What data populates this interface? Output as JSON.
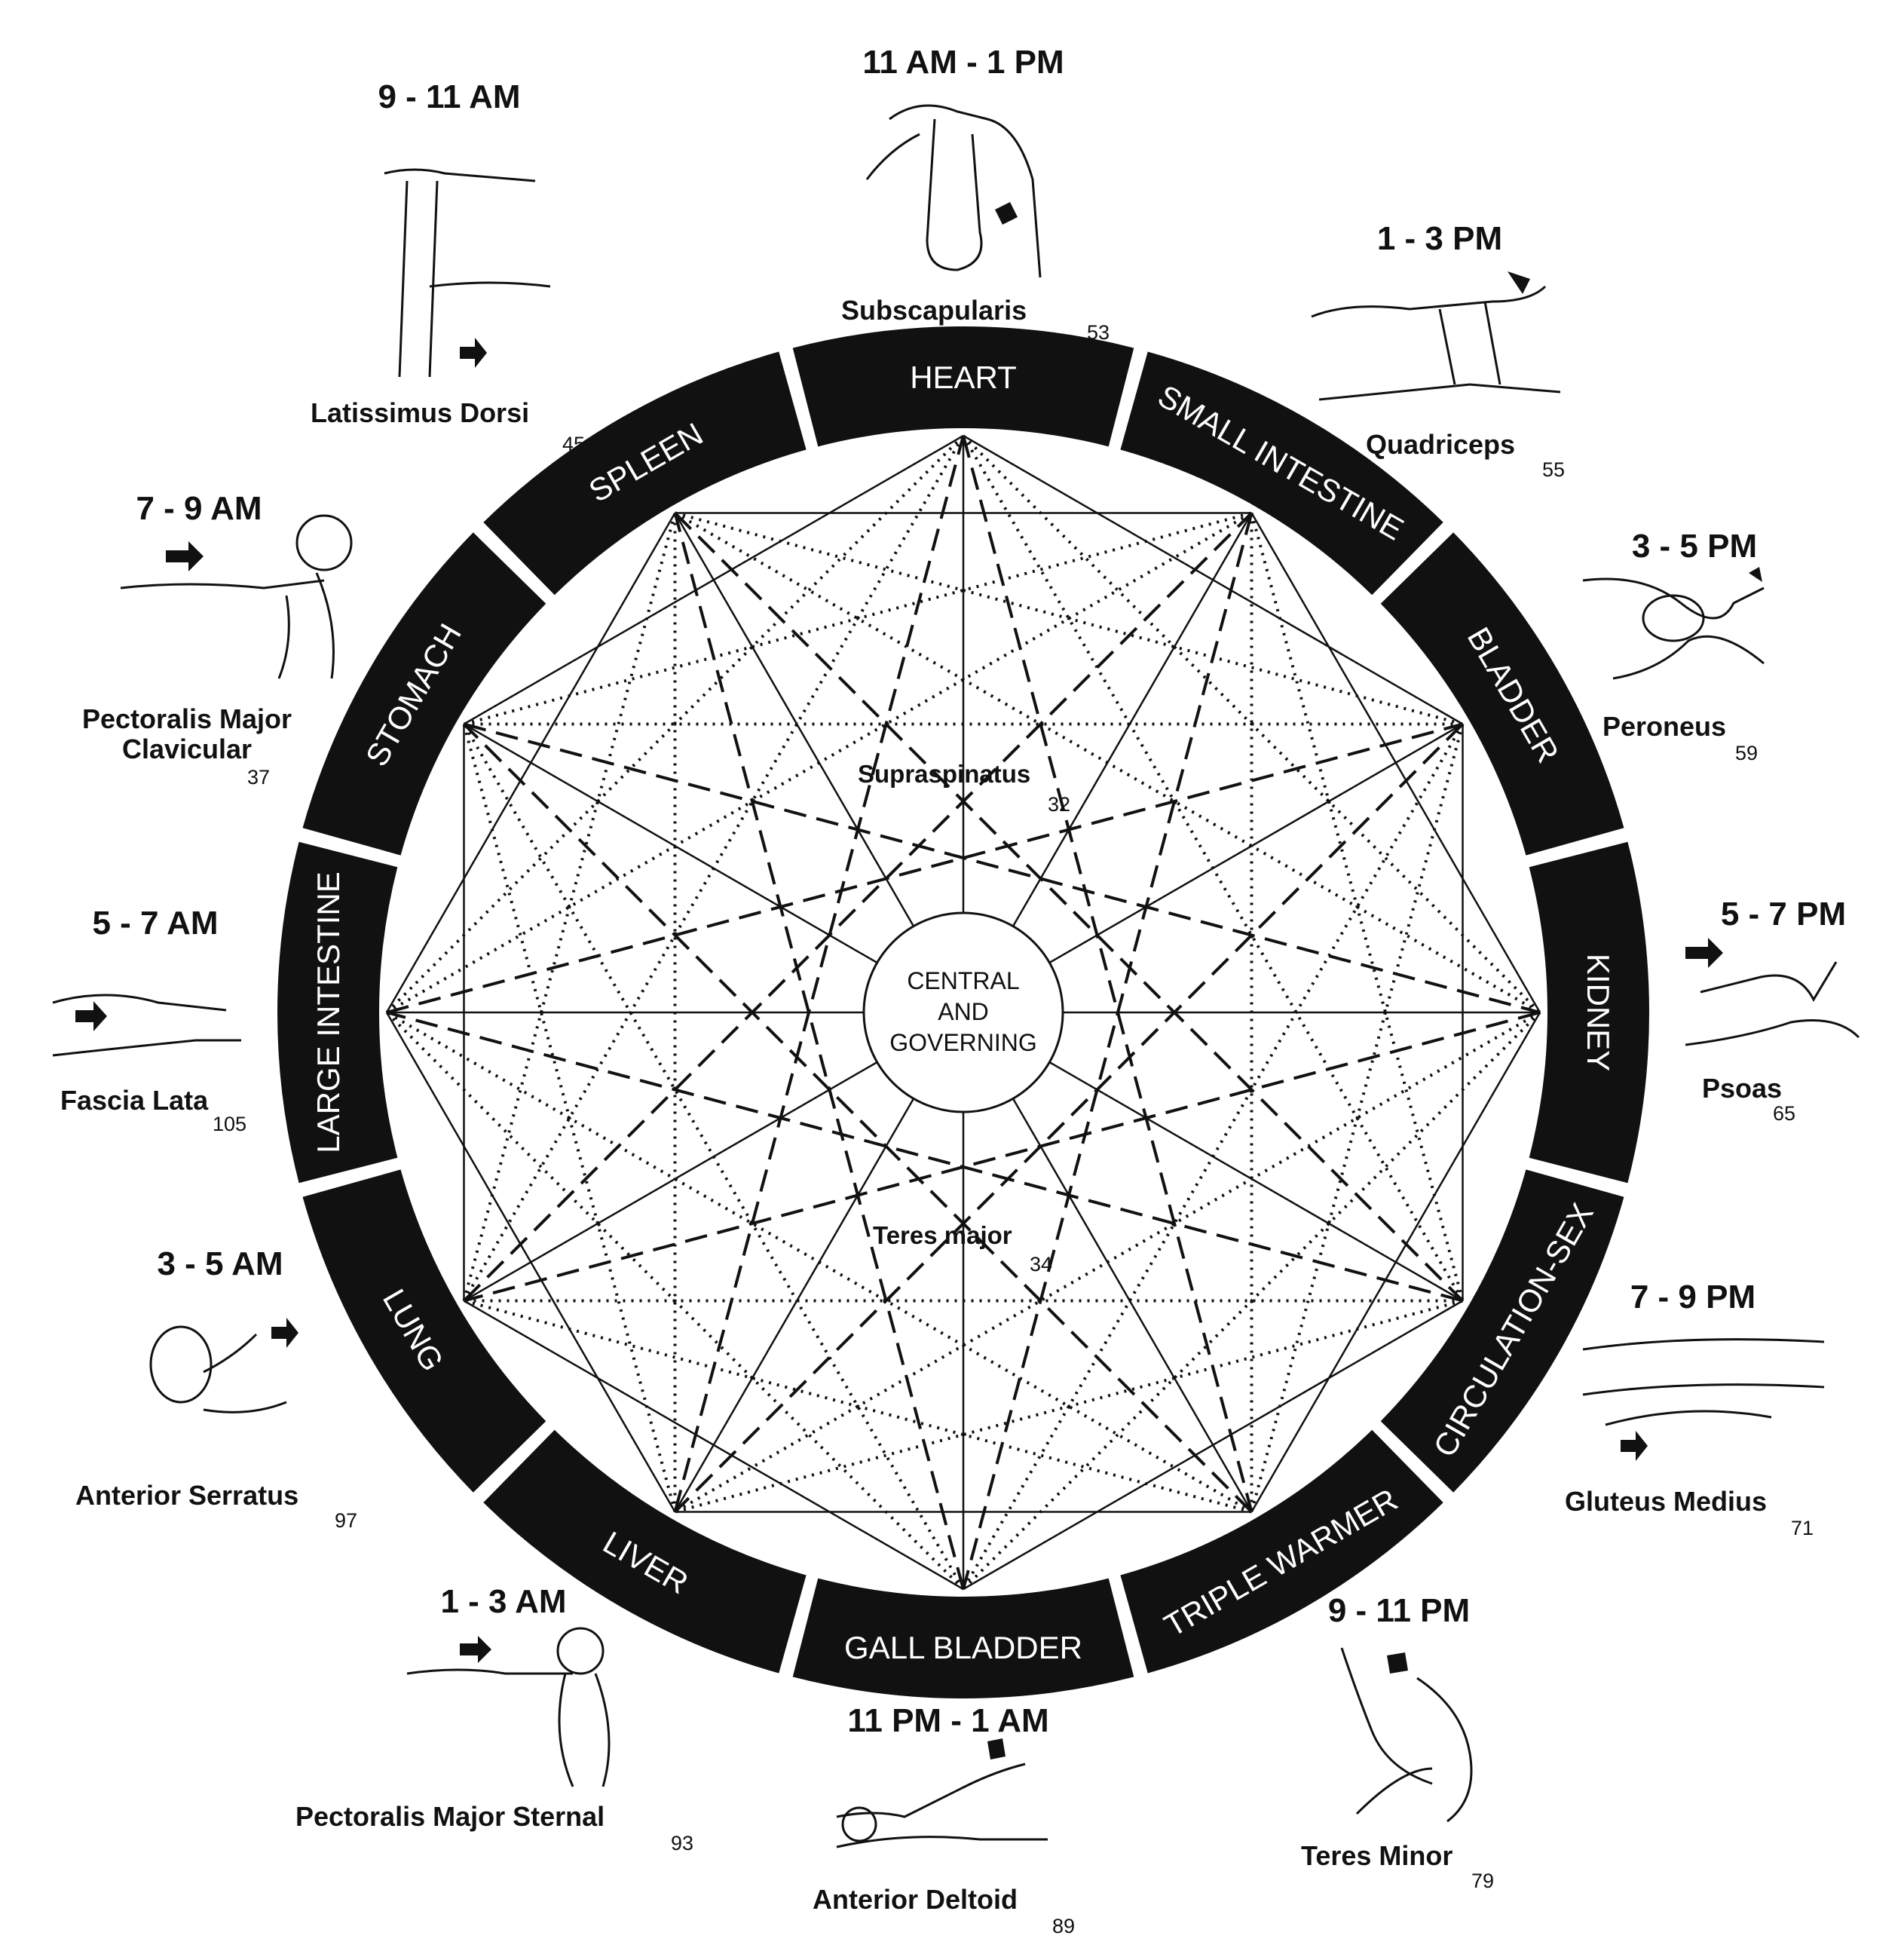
{
  "center": {
    "line1": "CENTRAL",
    "line2": "AND",
    "line3": "GOVERNING"
  },
  "inner_muscles": [
    {
      "name": "Supraspinatus",
      "page": "32"
    },
    {
      "name": "Teres major",
      "page": "34"
    }
  ],
  "meridians": [
    {
      "organ": "HEART",
      "time": "11 AM - 1 PM",
      "muscle": "Subscapularis",
      "page": "53"
    },
    {
      "organ": "SMALL INTESTINE",
      "time": "1 - 3 PM",
      "muscle": "Quadriceps",
      "page": "55"
    },
    {
      "organ": "BLADDER",
      "time": "3 - 5 PM",
      "muscle": "Peroneus",
      "page": "59"
    },
    {
      "organ": "KIDNEY",
      "time": "5 - 7 PM",
      "muscle": "Psoas",
      "page": "65"
    },
    {
      "organ": "CIRCULATION-SEX",
      "time": "7 - 9 PM",
      "muscle": "Gluteus Medius",
      "page": "71"
    },
    {
      "organ": "TRIPLE WARMER",
      "time": "9 - 11 PM",
      "muscle": "Teres Minor",
      "page": "79"
    },
    {
      "organ": "GALL BLADDER",
      "time": "11 PM - 1 AM",
      "muscle": "Anterior Deltoid",
      "page": "89"
    },
    {
      "organ": "LIVER",
      "time": "1 - 3 AM",
      "muscle": "Pectoralis Major Sternal",
      "page": "93"
    },
    {
      "organ": "LUNG",
      "time": "3 - 5 AM",
      "muscle": "Anterior Serratus",
      "page": "97"
    },
    {
      "organ": "LARGE INTESTINE",
      "time": "5 - 7 AM",
      "muscle": "Fascia Lata",
      "page": "105"
    },
    {
      "organ": "STOMACH",
      "time": "7 - 9 AM",
      "muscle": "Pectoralis Major Clavicular",
      "page": "37"
    },
    {
      "organ": "SPLEEN",
      "time": "9 - 11 AM",
      "muscle": "Latissimus Dorsi",
      "page": "45"
    }
  ],
  "colors": {
    "ring": "#111111",
    "ring_text": "#ffffff",
    "lines": "#111111",
    "background": "#ffffff"
  },
  "line_styles": {
    "spokes": "solid",
    "star_6": "dashed",
    "star_4": "dotted",
    "square": "solid"
  }
}
